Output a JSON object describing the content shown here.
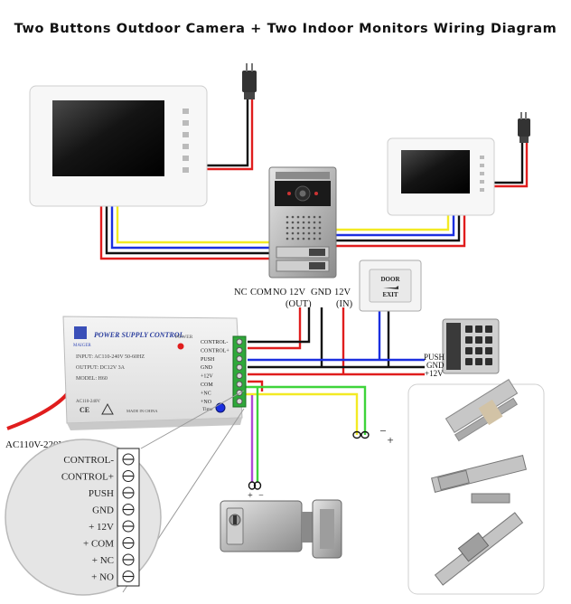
{
  "title": "Two Buttons Outdoor Camera + Two Indoor Monitors Wiring Diagram",
  "camera_terminals": {
    "nc": "NC",
    "com": "COM",
    "no": "NO",
    "v12_out": "12V",
    "out": "(OUT)",
    "gnd": "GND",
    "v12_in": "12V",
    "in": "(IN)"
  },
  "exit_button": {
    "top": "DOOR",
    "bottom": "EXIT"
  },
  "keypad_terminals": {
    "push": "PUSH",
    "gnd": "GND",
    "v12": "+12V"
  },
  "power_supply": {
    "brand": "POWER SUPPLY CONTROL",
    "logo_text": "MAIGER",
    "power_led": "POWER",
    "spec_input": "INPUT: AC110-240V  50-60HZ",
    "spec_output": "OUTPUT: DC12V  3A",
    "spec_model": "MODEL: H60",
    "spec_small": "AC110-240V",
    "made_in": "MADE IN CHINA",
    "time_label": "Time",
    "terminals": [
      "CONTROL-",
      "CONTROL+",
      "PUSH",
      "GND",
      "+12V",
      "COM",
      "+NC",
      "+NO"
    ]
  },
  "mains_label": "AC110V-220V",
  "zoom_terminals": [
    "CONTROL-",
    "CONTROL+",
    "PUSH",
    "GND",
    "+ 12V",
    "+ COM",
    "+ NC",
    "+ NO"
  ],
  "lock_signs": {
    "minus": "−",
    "plus": "+"
  },
  "colors": {
    "red": "#e01d1d",
    "black": "#111111",
    "blue": "#1b2fe0",
    "yellow": "#f3ea24",
    "green": "#3ed43a",
    "purple": "#b04ad6"
  }
}
